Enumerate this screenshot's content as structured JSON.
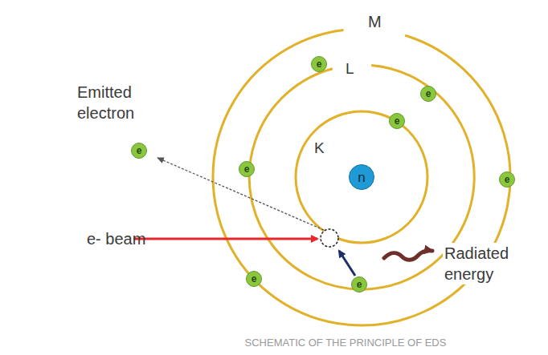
{
  "diagram": {
    "caption": "SCHEMATIC OF THE PRINCIPLE OF EDS",
    "nodes": [
      {
        "text": [
          "e"
        ]
      },
      {
        "text": [
          "e"
        ]
      },
      {
        "text": [
          "e"
        ]
      },
      {
        "text": [
          "e"
        ]
      },
      {
        "text": [
          "e"
        ]
      },
      {
        "text": [
          "n"
        ]
      },
      {
        "text": [
          "e"
        ]
      },
      {
        "text": [
          "e"
        ]
      },
      {
        "text": [
          "e"
        ]
      }
    ],
    "labels": [
      "M",
      "L",
      "K",
      "Emitted electron",
      "e- beam",
      "Radiated energy"
    ]
  }
}
